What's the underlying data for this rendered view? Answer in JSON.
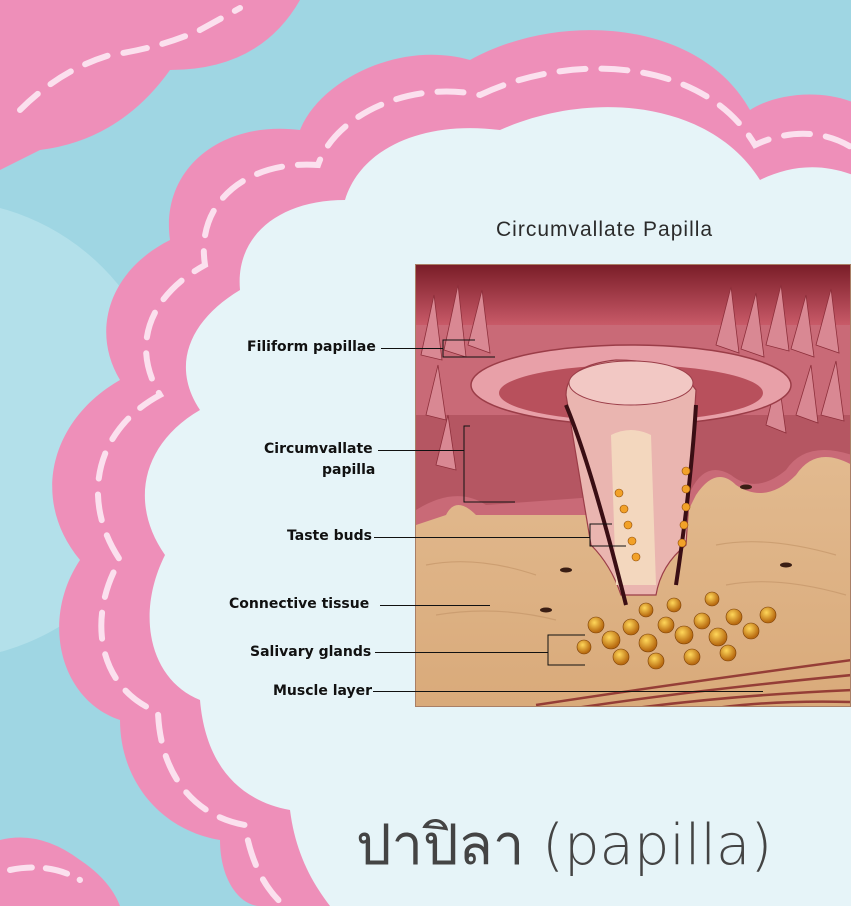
{
  "diagram": {
    "title": "Circumvallate Papilla",
    "labels": {
      "filiform": "Filiform papillae",
      "circumvallate_line1": "Circumvallate",
      "circumvallate_line2": "papilla",
      "taste_buds": "Taste buds",
      "connective": "Connective tissue",
      "salivary": "Salivary glands",
      "muscle": "Muscle layer"
    }
  },
  "caption": "ปาปิลา (papilla)",
  "colors": {
    "background": "#9fd6e3",
    "cloud_border": "#ee8fb9",
    "cloud_fill": "#e6f4f8",
    "stitch": "#fbe0ee"
  }
}
